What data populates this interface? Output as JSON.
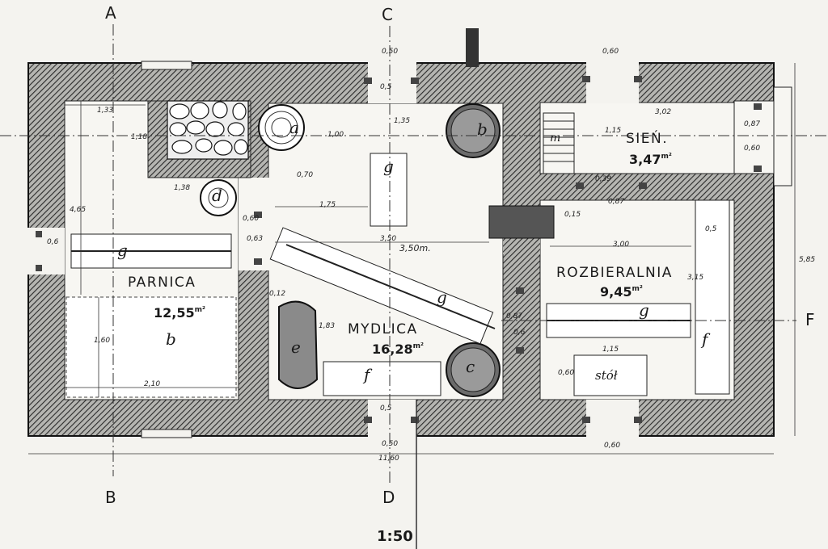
{
  "section_marks": {
    "a": "A",
    "b": "B",
    "c": "C",
    "d": "D",
    "f": "F"
  },
  "rooms": {
    "parnica": {
      "name": "PARNICA",
      "area": "12,55",
      "unit": "m²",
      "furniture_key": "b"
    },
    "mydlica": {
      "name": "MYDLICA",
      "area": "16,28",
      "unit": "m²"
    },
    "sien": {
      "name": "SIEŃ.",
      "area": "3,47",
      "unit": "m²"
    },
    "rozbieralnia": {
      "name": "ROZBIERALNIA",
      "area": "9,45",
      "unit": "m²"
    }
  },
  "furniture_keys": {
    "a": "a",
    "b": "b",
    "c": "c",
    "d": "d",
    "e": "e",
    "f": "f",
    "g": "g",
    "m": "m",
    "stol": "stół"
  },
  "dimensions": {
    "d_050_top_c": "0,50",
    "d_060_top_r": "0,60",
    "d_133": "1,33",
    "d_118": "1,18",
    "d_465": "4,65",
    "d_138": "1,38",
    "d_060_mid": "0,60",
    "d_063": "0,63",
    "d_06_left": "0,6",
    "d_100": "1,00",
    "d_070": "0,70",
    "d_135": "1,35",
    "d_175": "1,75",
    "d_350a": "3,50",
    "d_350b": "3,50m.",
    "d_302": "3,02",
    "d_115": "1,15",
    "d_039": "0,39",
    "d_087a": "0,87",
    "d_087b": "0,87",
    "d_060_sien": "0,60",
    "d_015": "0,15",
    "d_300": "3,00",
    "d_05": "0,5",
    "d_315": "3,15",
    "d_585": "5,85",
    "d_183": "1,83",
    "d_087c": "0,87",
    "d_06_mid": "0,6",
    "d_115_stol": "1,15",
    "d_060_stol": "0,60",
    "d_160": "1,60",
    "d_210": "2,10",
    "d_050_bot": "0,50",
    "d_060_bot_r": "0,60",
    "d_1160": "11,60",
    "d_05_top": "0,5",
    "d_05_bot": "0,5",
    "d_012": "0,12"
  },
  "scale": "1:50"
}
